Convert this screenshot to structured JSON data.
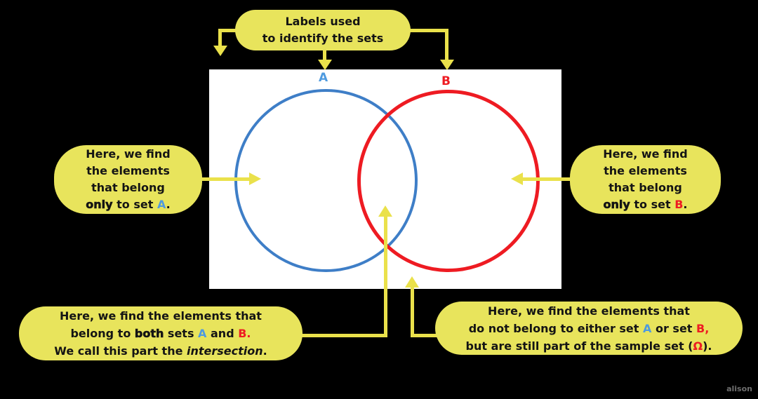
{
  "colors": {
    "page_bg": "#000000",
    "white": "#ffffff",
    "bubble": "#e8e45c",
    "arrow": "#eae14b",
    "blue": "#3e7ec7",
    "blue_text": "#4e9adf",
    "red": "#ee1b22",
    "text": "#141414",
    "watermark": "#8a8a8a"
  },
  "venn": {
    "set_a_label": "A",
    "set_b_label": "B"
  },
  "callouts": {
    "labels": {
      "lines": [
        [
          {
            "t": "Labels used"
          }
        ],
        [
          {
            "t": "to identify the sets"
          }
        ]
      ]
    },
    "only_a": {
      "lines": [
        [
          {
            "t": "Here, we find"
          }
        ],
        [
          {
            "t": "the elements"
          }
        ],
        [
          {
            "t": "that belong"
          }
        ],
        [
          {
            "t": "only",
            "s": "xb"
          },
          {
            "t": " to set "
          },
          {
            "t": "A",
            "s": "blue"
          },
          {
            "t": "."
          }
        ]
      ]
    },
    "only_b": {
      "lines": [
        [
          {
            "t": "Here, we find"
          }
        ],
        [
          {
            "t": "the elements"
          }
        ],
        [
          {
            "t": "that belong"
          }
        ],
        [
          {
            "t": "only",
            "s": "xb"
          },
          {
            "t": " to set "
          },
          {
            "t": "B",
            "s": "red"
          },
          {
            "t": "."
          }
        ]
      ]
    },
    "intersection": {
      "lines": [
        [
          {
            "t": "Here, we find the elements that"
          }
        ],
        [
          {
            "t": "belong to "
          },
          {
            "t": "both",
            "s": "xb"
          },
          {
            "t": " sets "
          },
          {
            "t": "A",
            "s": "blue"
          },
          {
            "t": " and "
          },
          {
            "t": "B.",
            "s": "red"
          }
        ],
        [
          {
            "t": "We call this part the "
          },
          {
            "t": "intersection",
            "s": "i"
          },
          {
            "t": "."
          }
        ]
      ]
    },
    "neither": {
      "lines": [
        [
          {
            "t": "Here, we find the elements that"
          }
        ],
        [
          {
            "t": "do not belong to either set "
          },
          {
            "t": "A",
            "s": "blue"
          },
          {
            "t": " or set "
          },
          {
            "t": "B,",
            "s": "red"
          }
        ],
        [
          {
            "t": "but are still part of the sample set ("
          },
          {
            "t": "Ω",
            "s": "red"
          },
          {
            "t": ")."
          }
        ]
      ]
    }
  },
  "watermark": "alison"
}
